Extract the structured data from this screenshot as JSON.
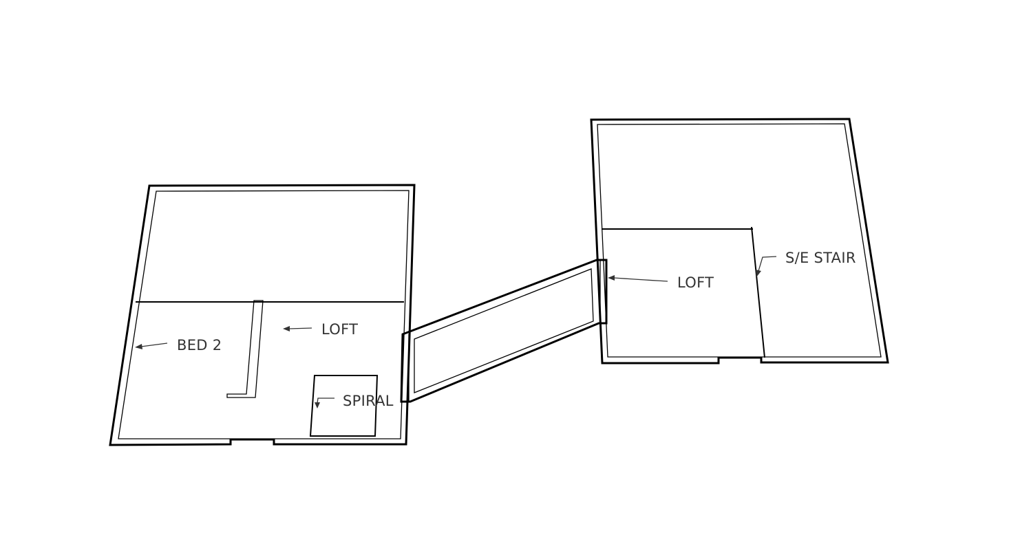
{
  "labels": {
    "bed2": "BED 2",
    "loft_left": "LOFT",
    "spiral": "SPIRAL",
    "loft_right": "LOFT",
    "se_stair": "S/E STAIR"
  }
}
